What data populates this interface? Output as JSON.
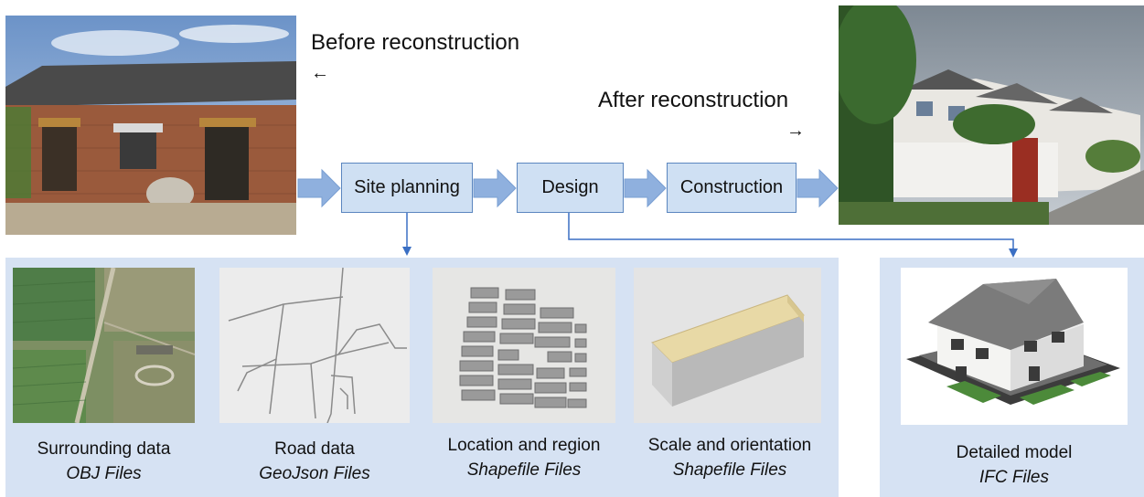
{
  "top": {
    "before_label": "Before reconstruction",
    "before_arrow": "←",
    "after_label": "After reconstruction",
    "after_arrow": "→"
  },
  "steps": [
    {
      "label": "Site planning"
    },
    {
      "label": "Design"
    },
    {
      "label": "Construction"
    }
  ],
  "datasets": [
    {
      "name": "Surrounding data",
      "format": "OBJ Files"
    },
    {
      "name": "Road data",
      "format": "GeoJson Files"
    },
    {
      "name": "Location and region",
      "format": "Shapefile Files"
    },
    {
      "name": "Scale and orientation",
      "format": "Shapefile Files"
    }
  ],
  "model": {
    "name": "Detailed model",
    "format": "IFC Files"
  },
  "colors": {
    "arrow_fill": "#8fb0de",
    "box_fill": "#cfe0f3",
    "box_border": "#5b86bf",
    "panel_fill": "#d6e2f3",
    "connector": "#3a6fc4"
  }
}
